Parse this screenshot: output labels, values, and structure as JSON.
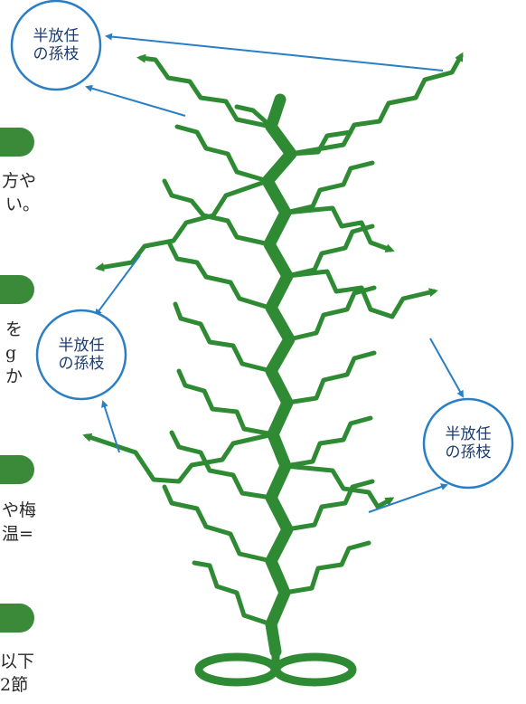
{
  "colors": {
    "plant": "#2f8b33",
    "arrow": "#2a7fc4",
    "bubble_border": "#2a7fc4",
    "tab": "#3a8a3a"
  },
  "bubbles": [
    {
      "line1": "半放任",
      "line2": "の孫枝"
    },
    {
      "line1": "半放任",
      "line2": "の孫枝"
    },
    {
      "line1": "半放任",
      "line2": "の孫枝"
    }
  ],
  "side_text": [
    "方や",
    "い。",
    "を",
    "g",
    "か",
    "や梅",
    "温=",
    "以下",
    "2節"
  ]
}
